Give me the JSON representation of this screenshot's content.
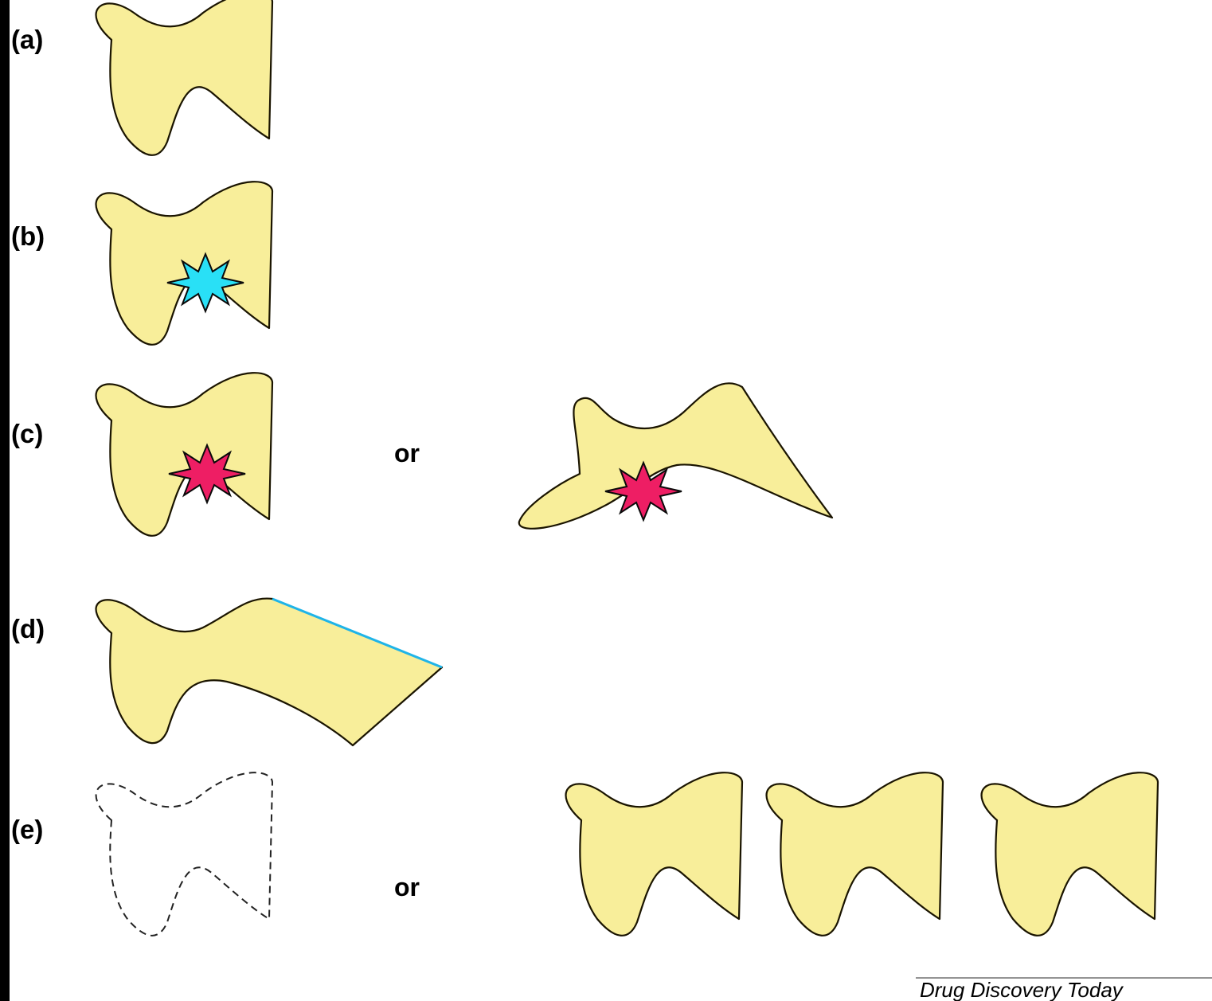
{
  "panel_labels": {
    "a": "(a)",
    "b": "(b)",
    "c": "(c)",
    "d": "(d)",
    "e": "(e)"
  },
  "or_text": {
    "c": "or",
    "e": "or"
  },
  "credit": "Drug Discovery Today",
  "colors": {
    "protein_fill": "#f8ee9a",
    "ligand_agonist": "#29e0f6",
    "ligand_inverse": "#ee1e64",
    "membrane_edge": "#1fb4e8",
    "background": "#000000",
    "canvas": "#ffffff"
  }
}
